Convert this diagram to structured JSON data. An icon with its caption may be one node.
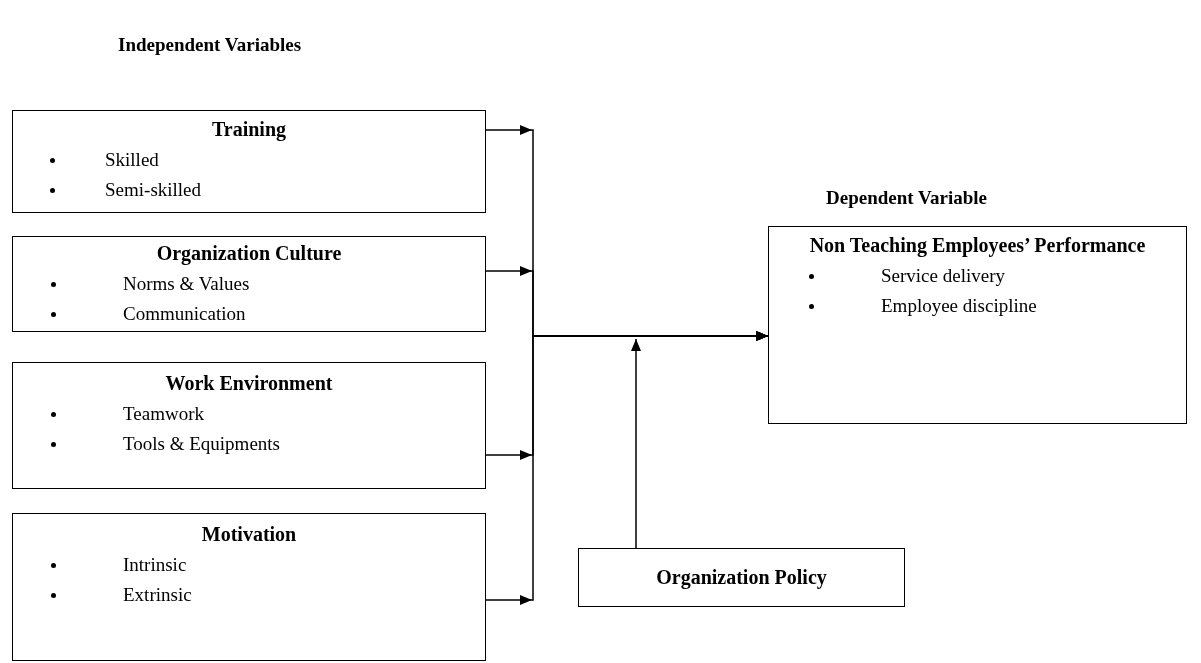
{
  "diagram": {
    "nodes": [
      {
        "text": [
          "Training",
          "Skilled",
          "Semi-skilled"
        ]
      },
      {
        "text": [
          "Organization Culture",
          "Norms & Values",
          "Communication"
        ]
      },
      {
        "text": [
          "Work Environment",
          "Teamwork",
          "Tools & Equipments"
        ]
      },
      {
        "text": [
          "Motivation",
          "Intrinsic",
          "Extrinsic"
        ]
      },
      {
        "text": [
          "Non Teaching Employees’ Performance",
          "Service delivery",
          "Employee discipline"
        ]
      },
      {
        "text": [
          "Organization Policy"
        ]
      }
    ],
    "edges": [
      {
        "from": 0,
        "to": 4,
        "arrow": "to"
      },
      {
        "from": 1,
        "to": 4,
        "arrow": "to"
      },
      {
        "from": 2,
        "to": 4,
        "arrow": "to"
      },
      {
        "from": 3,
        "to": 4,
        "arrow": "to"
      },
      {
        "from": 5,
        "to": null,
        "arrow": "to"
      }
    ],
    "labels": [
      "Independent Variables",
      "Dependent Variable"
    ]
  }
}
